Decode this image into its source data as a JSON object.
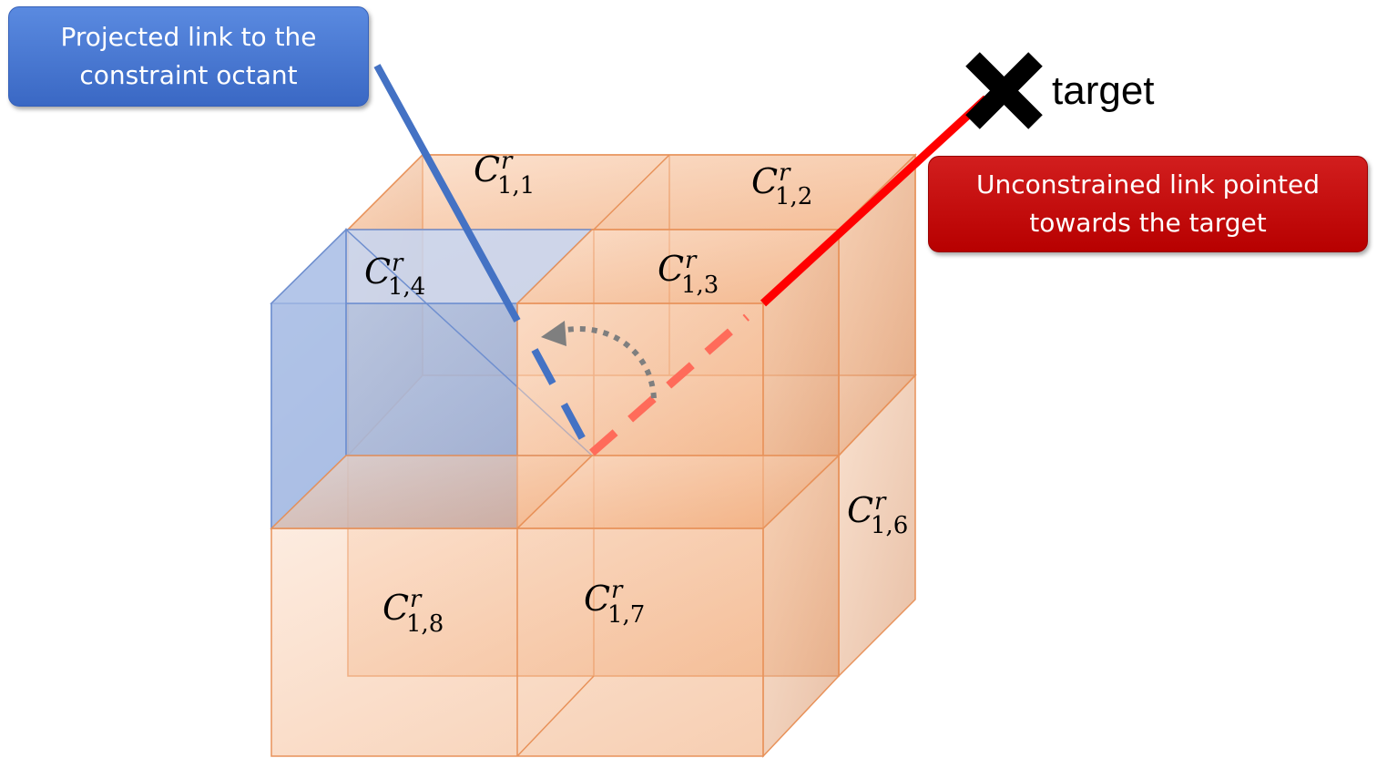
{
  "callouts": {
    "projected": {
      "line1": "Projected link to the",
      "line2": "constraint octant"
    },
    "unconstrained": {
      "line1": "Unconstrained link pointed",
      "line2": "towards the target"
    }
  },
  "target": {
    "label": "target"
  },
  "cells": {
    "c1": {
      "base": "C",
      "sup": "r",
      "sub": "1,1"
    },
    "c2": {
      "base": "C",
      "sup": "r",
      "sub": "1,2"
    },
    "c3": {
      "base": "C",
      "sup": "r",
      "sub": "1,3"
    },
    "c4": {
      "base": "C",
      "sup": "r",
      "sub": "1,4"
    },
    "c6": {
      "base": "C",
      "sup": "r",
      "sub": "1,6"
    },
    "c7": {
      "base": "C",
      "sup": "r",
      "sub": "1,7"
    },
    "c8": {
      "base": "C",
      "sup": "r",
      "sub": "1,8"
    }
  },
  "colors": {
    "cube_orange": "#f4b183",
    "cube_edge": "#e8925a",
    "constraint_blue": "#8faadc",
    "projected_link": "#4472c4",
    "unconstrained_link": "#ff0000",
    "target_mark": "#000000",
    "arc": "#7f7f7f"
  }
}
